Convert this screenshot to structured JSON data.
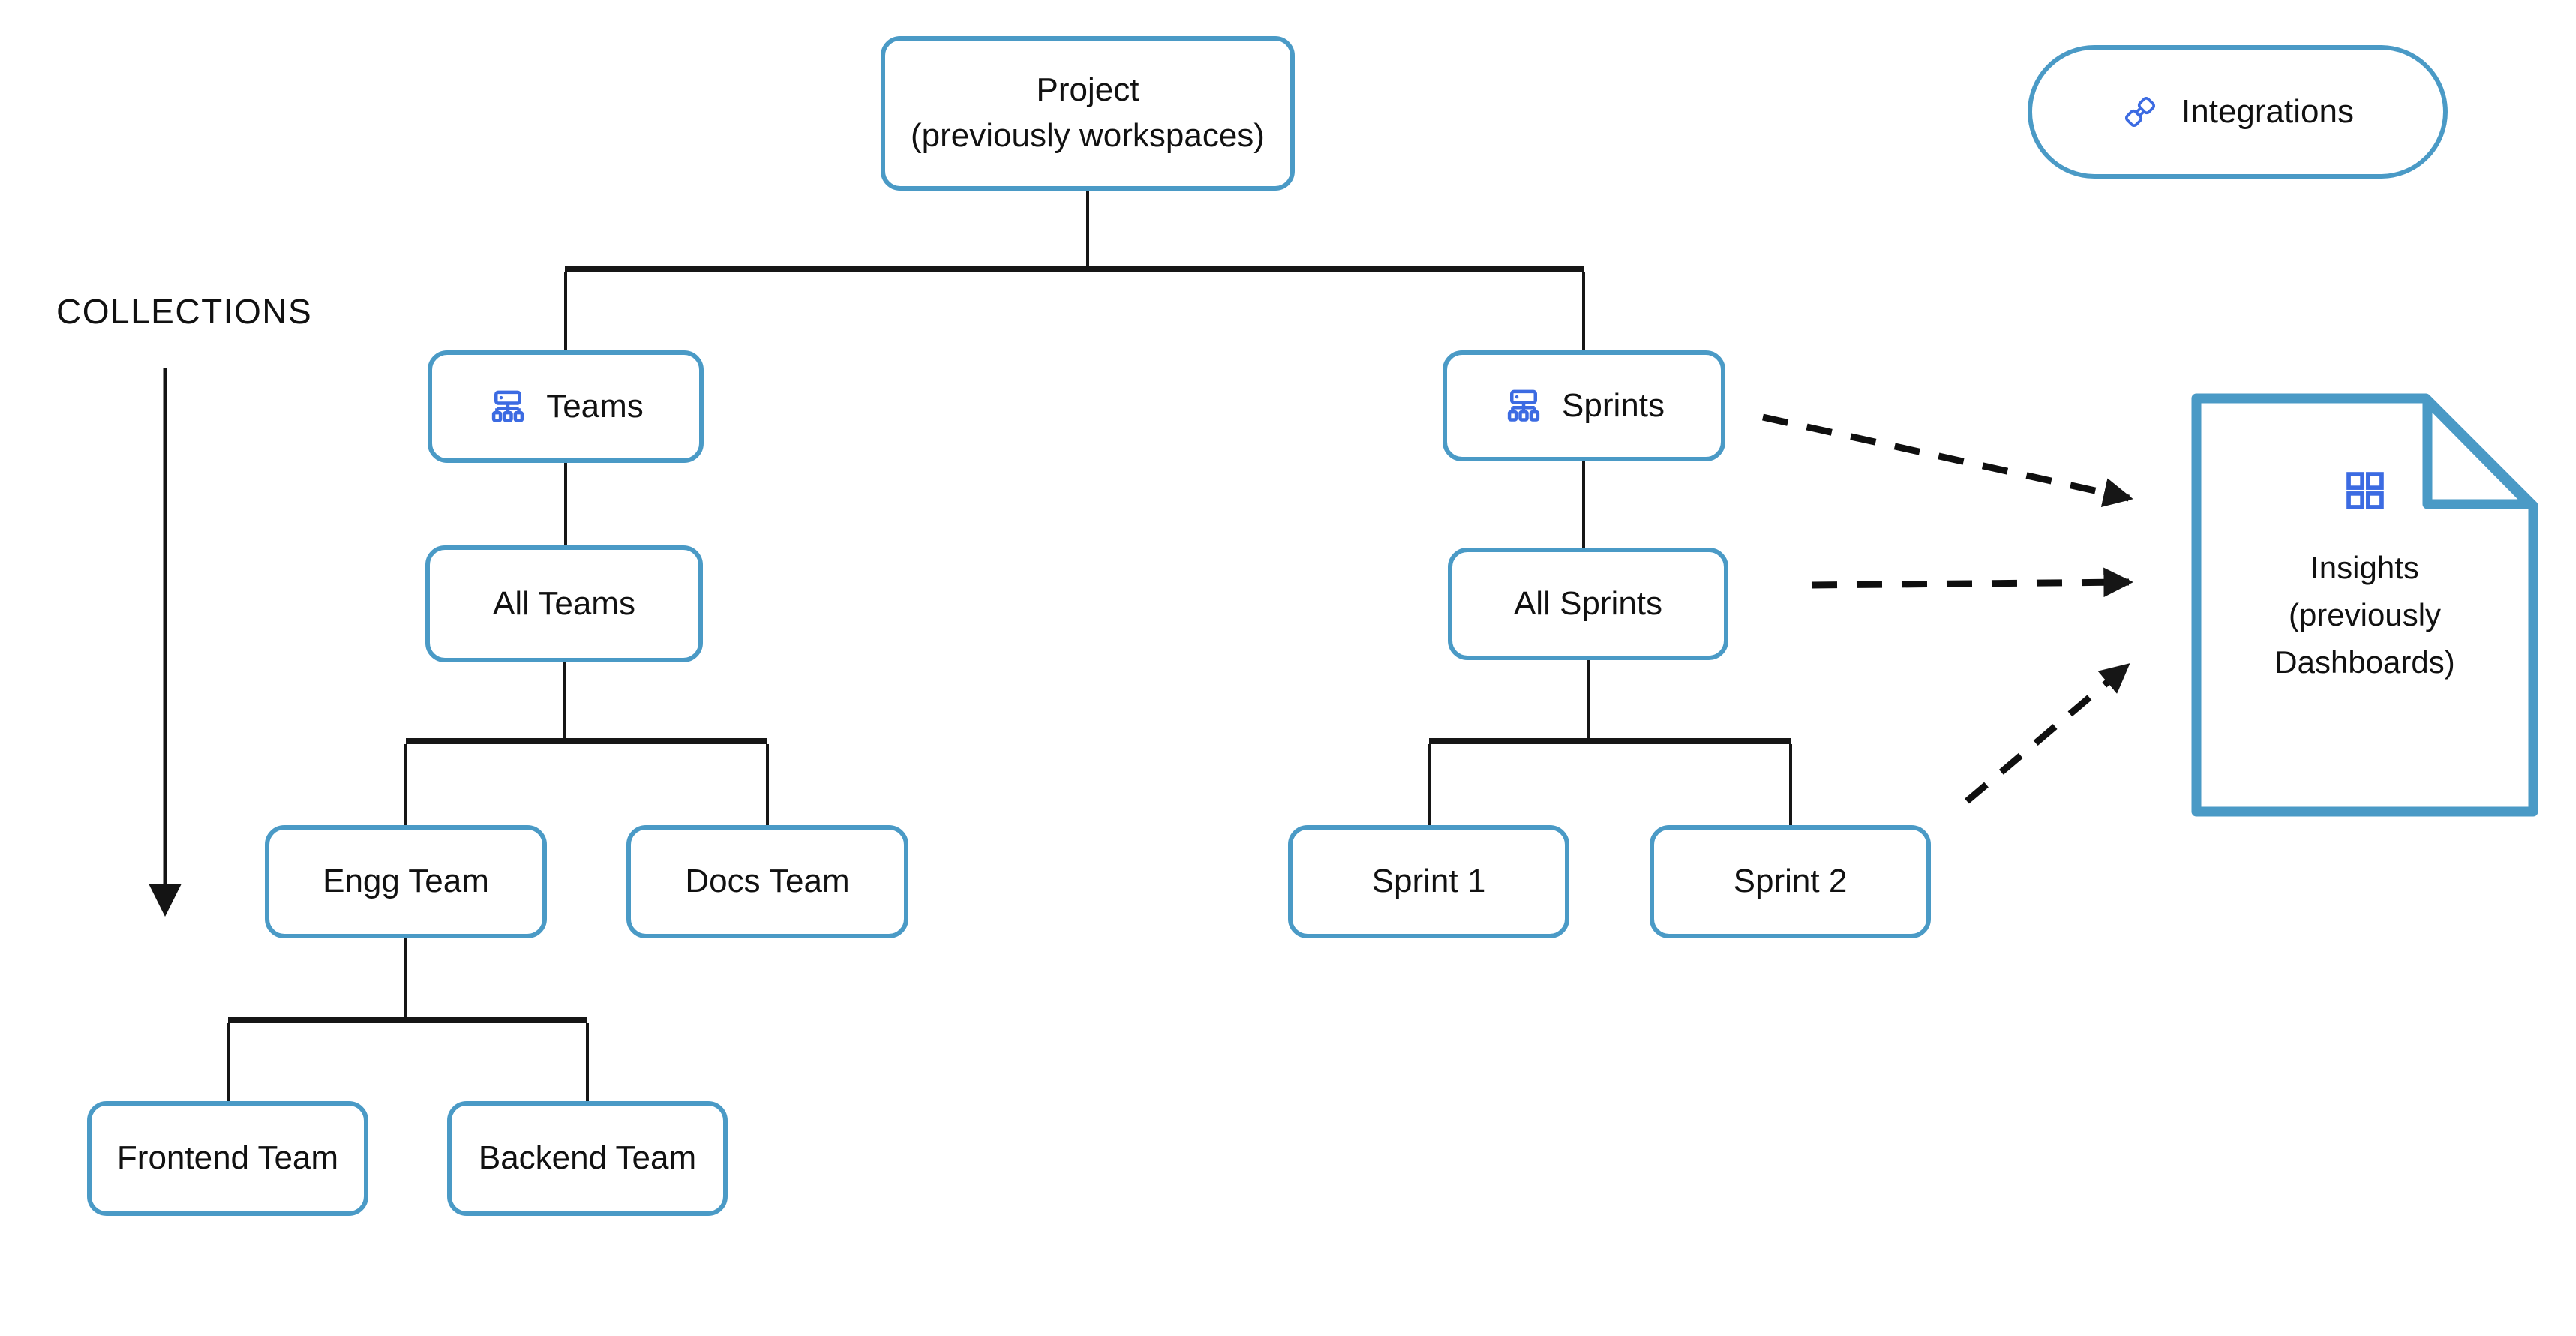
{
  "colors": {
    "node_border": "#4a9ac6",
    "icon_blue": "#3c6be2",
    "connector": "#161616",
    "text": "#111111",
    "background": "#ffffff"
  },
  "collections": {
    "label": "COLLECTIONS"
  },
  "integrations": {
    "label": "Integrations",
    "icon": "plug-connection-icon"
  },
  "tree": {
    "project": {
      "label": "Project\n(previously workspaces)"
    },
    "teams": {
      "label": "Teams",
      "icon": "org-chart-icon"
    },
    "all_teams": {
      "label": "All Teams"
    },
    "engg_team": {
      "label": "Engg Team"
    },
    "docs_team": {
      "label": "Docs Team"
    },
    "frontend_team": {
      "label": "Frontend Team"
    },
    "backend_team": {
      "label": "Backend Team"
    },
    "sprints": {
      "label": "Sprints",
      "icon": "org-chart-icon"
    },
    "all_sprints": {
      "label": "All Sprints"
    },
    "sprint_1": {
      "label": "Sprint 1"
    },
    "sprint_2": {
      "label": "Sprint 2"
    }
  },
  "insights": {
    "label": "Insights\n(previously\nDashboards)",
    "icon": "dashboard-grid-icon"
  }
}
